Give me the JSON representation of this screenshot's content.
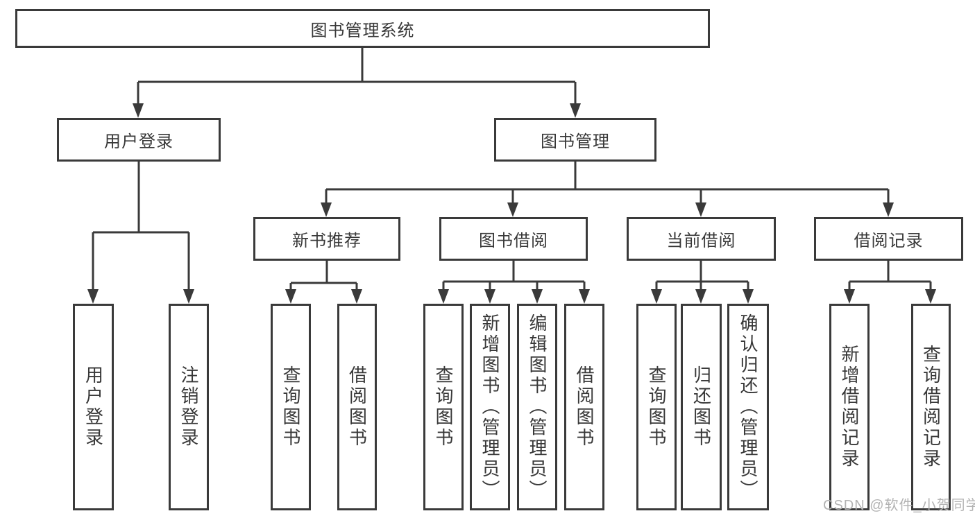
{
  "diagram_type": "functional-structure-chart",
  "colors": {
    "line": "#3a3a3a",
    "box_border": "#3a3a3a",
    "box_background": "#ffffff",
    "text": "#383838",
    "watermark": "#b3b3b3",
    "page_background": "#ffffff"
  },
  "tree": {
    "root": {
      "label": "图书管理系统",
      "children": [
        {
          "label": "用户登录",
          "children": [
            {
              "label": "用户登录"
            },
            {
              "label": "注销登录"
            }
          ]
        },
        {
          "label": "图书管理",
          "children": [
            {
              "label": "新书推荐",
              "children": [
                {
                  "label": "查询图书"
                },
                {
                  "label": "借阅图书"
                }
              ]
            },
            {
              "label": "图书借阅",
              "children": [
                {
                  "label": "查询图书"
                },
                {
                  "label": "新增图书（管理员）"
                },
                {
                  "label": "编辑图书（管理员）"
                },
                {
                  "label": "借阅图书"
                }
              ]
            },
            {
              "label": "当前借阅",
              "children": [
                {
                  "label": "查询图书"
                },
                {
                  "label": "归还图书"
                },
                {
                  "label": "确认归还（管理员）"
                }
              ]
            },
            {
              "label": "借阅记录",
              "children": [
                {
                  "label": "新增借阅记录"
                },
                {
                  "label": "查询借阅记录"
                }
              ]
            }
          ]
        }
      ]
    }
  },
  "watermark": {
    "text": "CSDN @软件_小贺同学"
  }
}
